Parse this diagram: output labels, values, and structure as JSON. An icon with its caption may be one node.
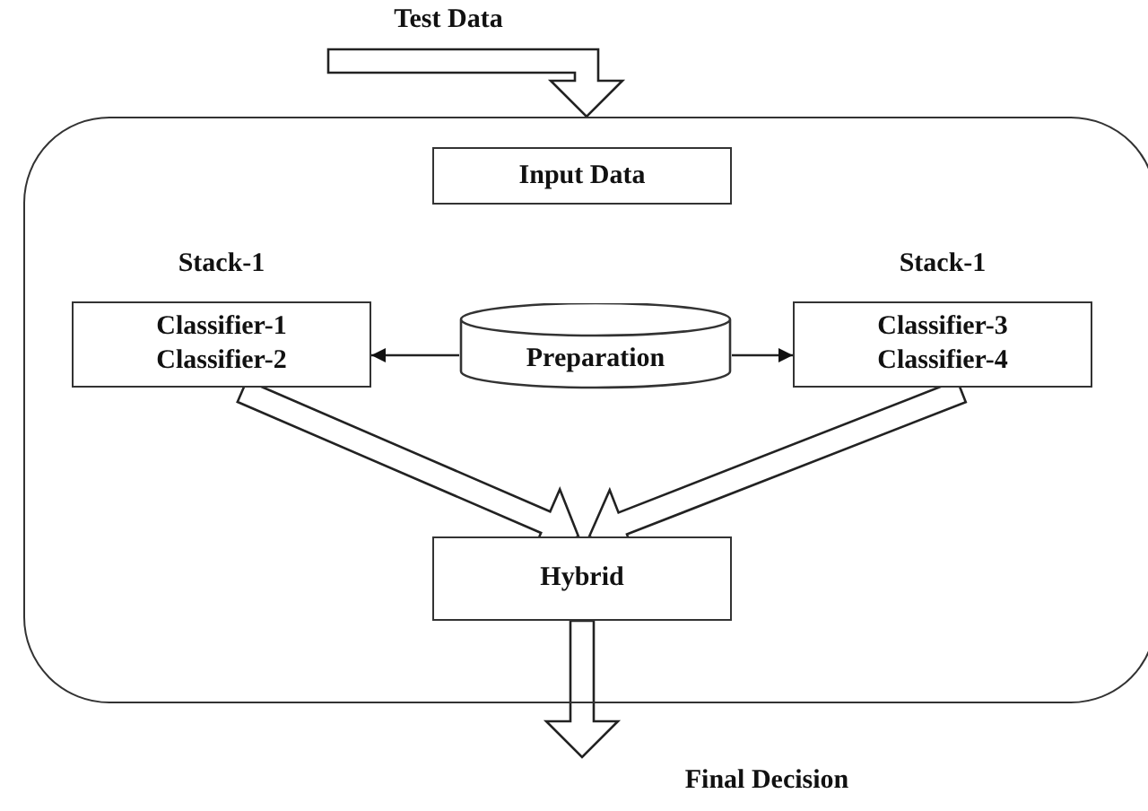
{
  "diagram": {
    "nodes": [
      {
        "text": [
          "Test Data"
        ]
      },
      {
        "text": [],
        "shape": "box"
      },
      {
        "text": [
          "Input Data"
        ],
        "in": 1
      },
      {
        "text": [
          "Stack-1",
          "Classifier-1",
          "Classifier-2"
        ],
        "in": 1
      },
      {
        "text": [
          "Preparation"
        ],
        "in": 1
      },
      {
        "text": [
          "Stack-1",
          "Classifier-3",
          "Classifier-4"
        ],
        "in": 1
      },
      {
        "text": [
          "Hybrid"
        ],
        "in": 1
      },
      {
        "text": [
          "Final Decision"
        ]
      }
    ],
    "edges": [
      {
        "from": 0,
        "to": 1,
        "arrow": "to",
        "style": "thick"
      },
      {
        "from": 4,
        "to": 3,
        "arrow": "to"
      },
      {
        "from": 4,
        "to": 5,
        "arrow": "to"
      },
      {
        "from": 3,
        "to": 6,
        "arrow": "to",
        "style": "thick"
      },
      {
        "from": 5,
        "to": 6,
        "arrow": "to",
        "style": "thick"
      },
      {
        "from": 6,
        "to": 7,
        "arrow": "to",
        "style": "thick"
      }
    ]
  }
}
